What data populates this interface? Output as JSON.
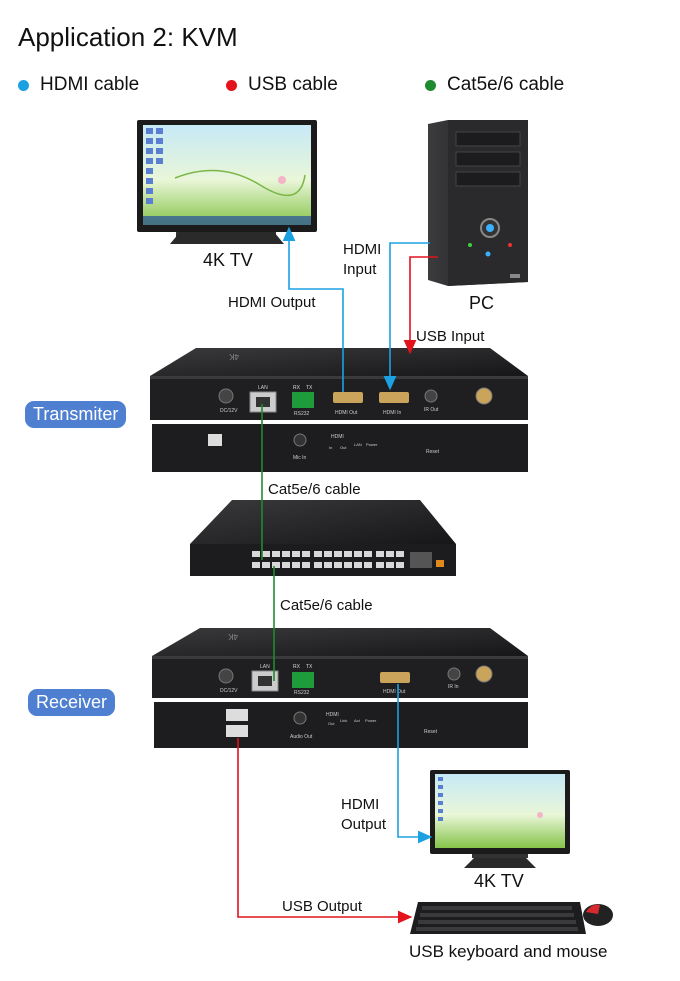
{
  "title": "Application 2: KVM",
  "legend": [
    {
      "label": "HDMI cable",
      "color": "#1ba1e2"
    },
    {
      "label": "USB cable",
      "color": "#e3121b"
    },
    {
      "label": "Cat5e/6 cable",
      "color": "#1e8b2e"
    }
  ],
  "devices": {
    "tv_top": "4K TV",
    "pc": "PC",
    "tv_bottom": "4K TV",
    "keyboard_mouse": "USB keyboard and mouse"
  },
  "sections": {
    "transmitter": "Transmiter",
    "receiver": "Receiver"
  },
  "connections": {
    "hdmi_input_line1": "HDMI",
    "hdmi_input_line2": "Input",
    "hdmi_output_top": "HDMI Output",
    "usb_input": "USB Input",
    "cat_cable_1": "Cat5e/6 cable",
    "cat_cable_2": "Cat5e/6 cable",
    "hdmi_output_bottom_line1": "HDMI",
    "hdmi_output_bottom_line2": "Output",
    "usb_output": "USB Output"
  },
  "panel_labels": {
    "tx_front": [
      "DC/12V",
      "LAN",
      "RX",
      "TX",
      "RS232",
      "HDMI Out",
      "HDMI In",
      "IR Out"
    ],
    "tx_back": [
      "Mic In",
      "HDMI",
      "In",
      "Out",
      "LAN",
      "Power",
      "Reset"
    ],
    "rx_front": [
      "DC/12V",
      "LAN",
      "RX",
      "TX",
      "RS232",
      "HDMI Out",
      "IR In"
    ],
    "rx_back": [
      "Audio Out",
      "HDMI",
      "Out",
      "Link",
      "Act",
      "Power",
      "Reset"
    ],
    "tx_top_brand": "4K",
    "rx_top_brand": "4K"
  }
}
